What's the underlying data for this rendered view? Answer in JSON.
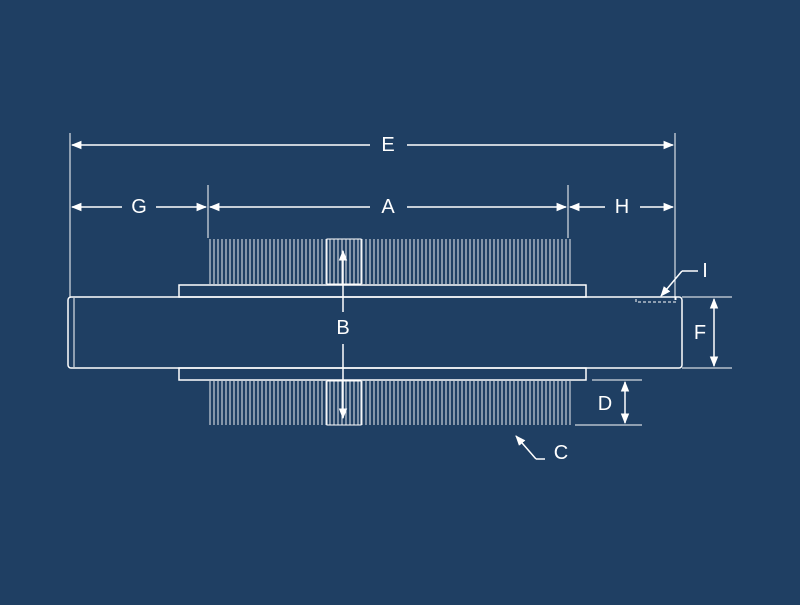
{
  "colors": {
    "background": "#1f3f63",
    "lines": "#ffffff"
  },
  "labels": {
    "A": "A",
    "B": "B",
    "C": "C",
    "D": "D",
    "E": "E",
    "F": "F",
    "G": "G",
    "H": "H",
    "I": "I"
  }
}
